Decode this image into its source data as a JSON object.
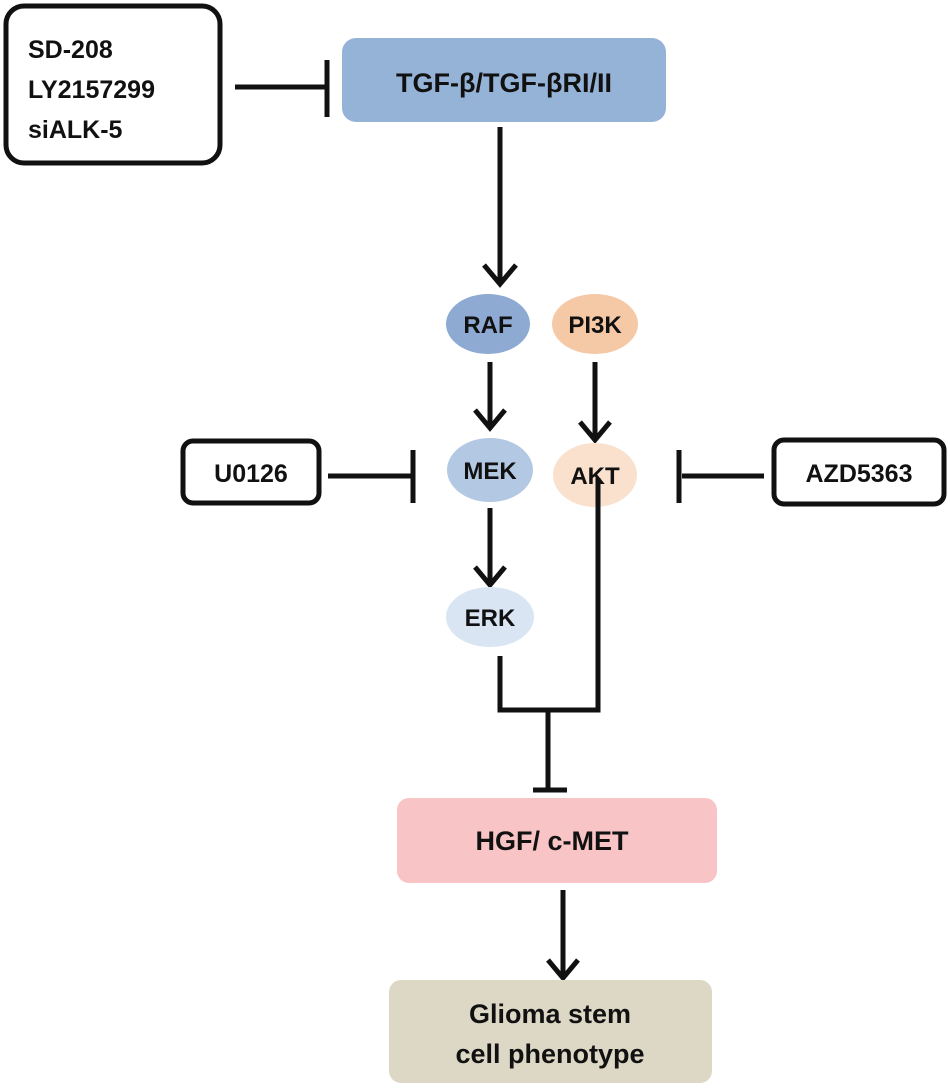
{
  "inhibitors": {
    "tgf": [
      "SD-208",
      "LY2157299",
      "siALK-5"
    ],
    "mek": "U0126",
    "akt": "AZD5363"
  },
  "nodes": {
    "tgf": "TGF-β/TGF-βRI/II",
    "raf": "RAF",
    "pi3k": "PI3K",
    "mek": "MEK",
    "akt": "AKT",
    "erk": "ERK",
    "hgf": "HGF/ c-MET",
    "glioma": [
      "Glioma stem",
      "cell phenotype"
    ]
  },
  "colors": {
    "tgf": "#94b3d7",
    "raf": "#8eaad3",
    "pi3k": "#f5c8a6",
    "mek": "#b3c8e3",
    "akt": "#fae1cd",
    "erk": "#d9e5f3",
    "hgf": "#f8c4c5",
    "glioma": "#ddd8c5",
    "line": "#111111"
  }
}
